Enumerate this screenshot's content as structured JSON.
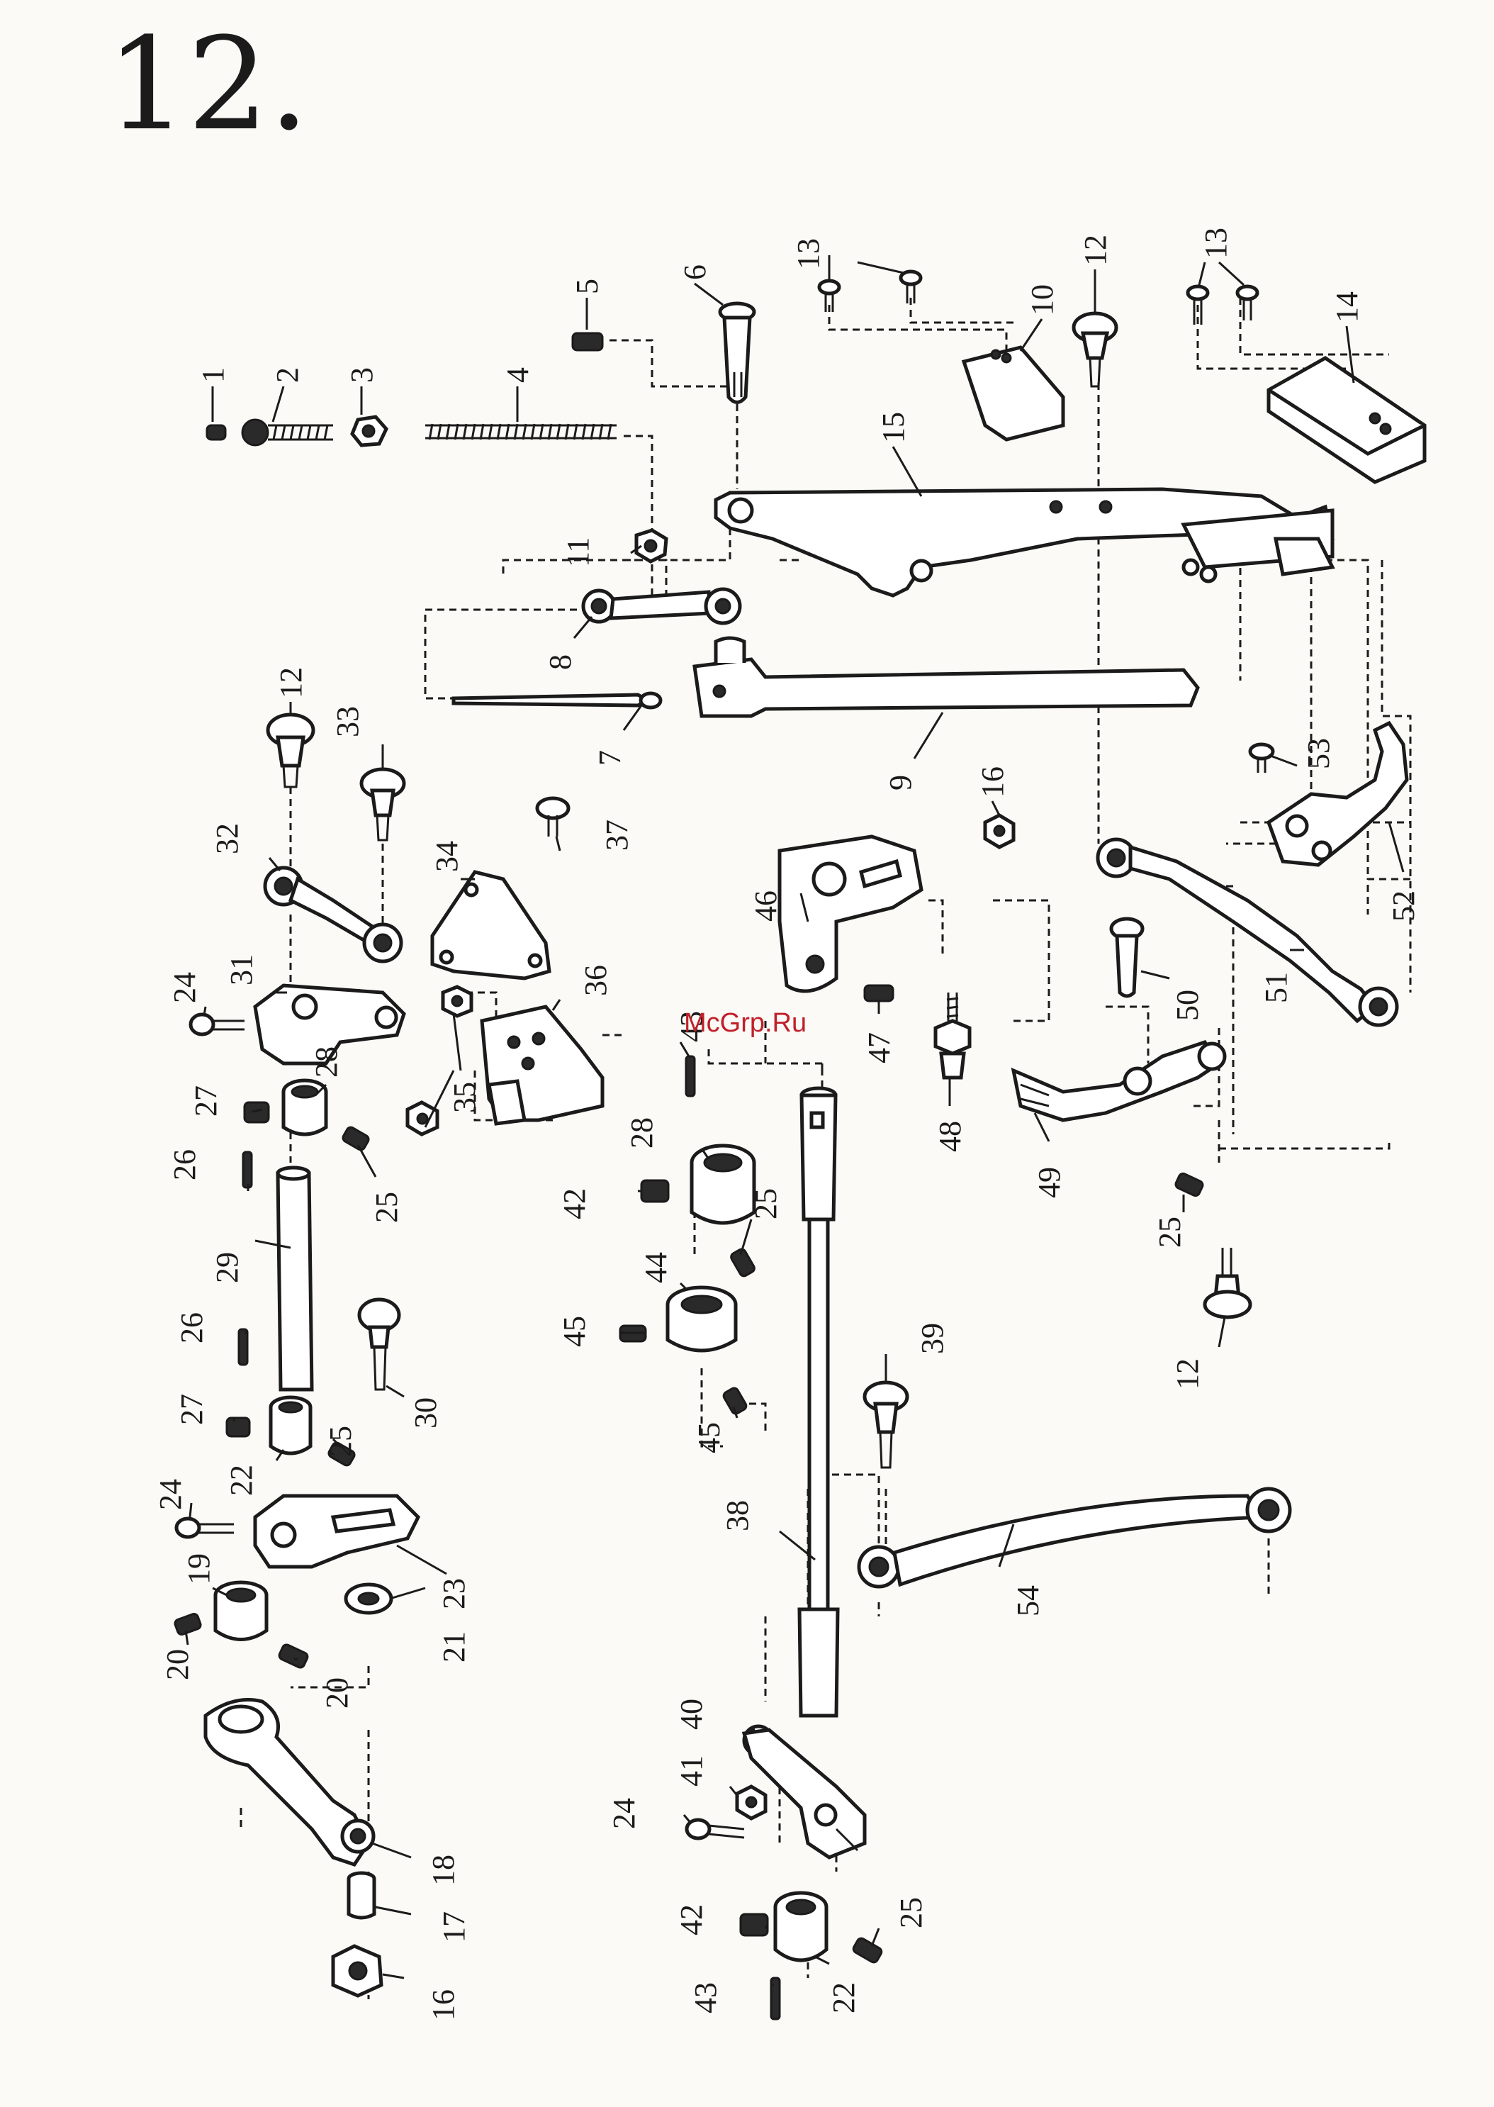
{
  "diagram": {
    "title": "12.",
    "watermark": "McGrp.Ru",
    "colors": {
      "ink": "#1b1b1b",
      "paper": "#fbfaf6",
      "watermark": "#c0202a"
    },
    "callouts": [
      "1",
      "2",
      "3",
      "4",
      "5",
      "6",
      "7",
      "8",
      "9",
      "10",
      "11",
      "12",
      "12",
      "12",
      "12",
      "13",
      "13",
      "13",
      "13",
      "14",
      "15",
      "16",
      "16",
      "17",
      "18",
      "19",
      "20",
      "20",
      "21",
      "22",
      "22",
      "23",
      "24",
      "24",
      "24",
      "25",
      "25",
      "25",
      "25",
      "25",
      "25",
      "26",
      "26",
      "27",
      "27",
      "28",
      "28",
      "29",
      "30",
      "31",
      "32",
      "33",
      "34",
      "35",
      "35",
      "36",
      "37",
      "38",
      "39",
      "40",
      "41",
      "42",
      "42",
      "43",
      "43",
      "44",
      "45",
      "45",
      "46",
      "47",
      "48",
      "49",
      "50",
      "51",
      "52",
      "53",
      "54"
    ]
  }
}
